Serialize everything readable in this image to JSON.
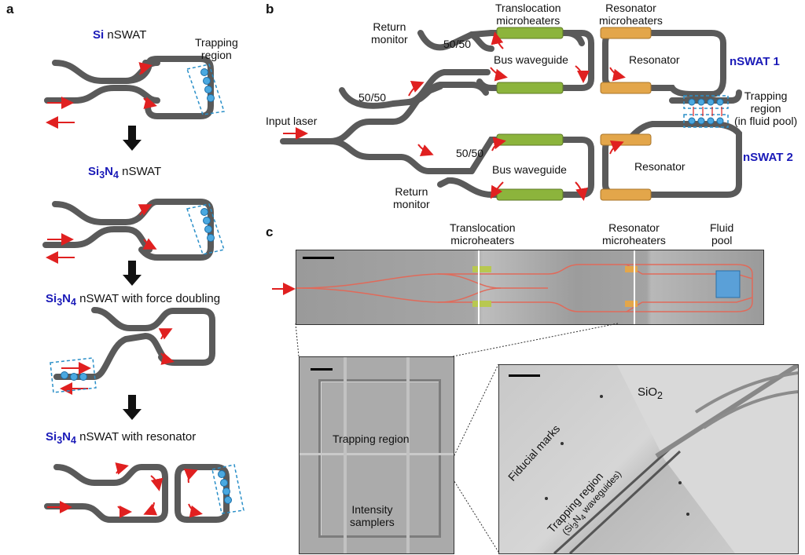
{
  "panels": {
    "a": "a",
    "b": "b",
    "c": "c"
  },
  "panel_a": {
    "stage1": {
      "mat": "Si",
      "rest": " nSWAT"
    },
    "stage2": {
      "mat1": "Si",
      "sub1": "3",
      "mat2": "N",
      "sub2": "4",
      "rest": " nSWAT"
    },
    "stage3": {
      "mat1": "Si",
      "sub1": "3",
      "mat2": "N",
      "sub2": "4",
      "rest": " nSWAT with force doubling"
    },
    "stage4": {
      "mat1": "Si",
      "sub1": "3",
      "mat2": "N",
      "sub2": "4",
      "rest": " nSWAT with resonator"
    },
    "trapping_line1": "Trapping",
    "trapping_line2": "region"
  },
  "panel_b": {
    "return_monitor_top": [
      "Return",
      "monitor"
    ],
    "return_monitor_bottom": [
      "Return",
      "monitor"
    ],
    "split_top": "50/50",
    "split_mid": "50/50",
    "split_bottom": "50/50",
    "translocation": [
      "Translocation",
      "microheaters"
    ],
    "resonator_heaters": [
      "Resonator",
      "microheaters"
    ],
    "bus_top": "Bus waveguide",
    "bus_bottom": "Bus waveguide",
    "resonator_top": "Resonator",
    "resonator_bottom": "Resonator",
    "nswat1": "nSWAT 1",
    "nswat2": "nSWAT 2",
    "trapping": [
      "Trapping",
      "region",
      "(in fluid pool)"
    ],
    "input_laser": "Input laser"
  },
  "panel_c": {
    "translocation": [
      "Translocation",
      "microheaters"
    ],
    "resonator_heaters": [
      "Resonator",
      "microheaters"
    ],
    "fluid_pool": [
      "Fluid",
      "pool"
    ],
    "trapping_region": "Trapping region",
    "intensity": [
      "Intensity",
      "samplers"
    ],
    "sio2": "SiO",
    "sio2_sub": "2",
    "fiducial": "Fiducial marks",
    "trap2_line1": "Trapping region",
    "trap2_line2_pre": "(Si",
    "trap2_sub1": "3",
    "trap2_mid": "N",
    "trap2_sub2": "4",
    "trap2_post": " waveguides)"
  },
  "colors": {
    "waveguide": "#5a5a5a",
    "translocation_heater": "#8cb43c",
    "resonator_heater": "#e3a64a",
    "arrow": "#e02020",
    "bead": "#4aa8e0",
    "dashed": "#2a8fc8",
    "material": "#1a1ab8"
  }
}
